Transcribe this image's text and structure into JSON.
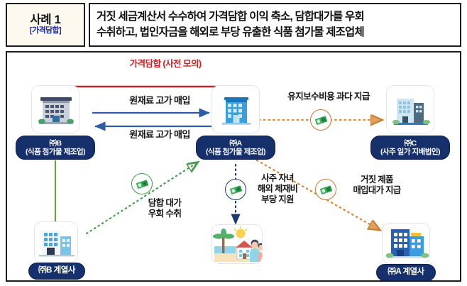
{
  "header": {
    "case_label": "사례 1",
    "case_tag": "[가격담합]",
    "headline_line1": "거짓 세금계산서 수수하여 가격담합 이익 축소, 담합대가를 우회",
    "headline_line2": "수취하고, 법인자금을 해외로 부당 유출한 식품 첨가물 제조업체"
  },
  "diagram": {
    "nodes": {
      "company_b": {
        "line1": "㈜B",
        "line2": "(식품 첨가물 제조업)",
        "icon": "office-building-gray-icon"
      },
      "company_a": {
        "line1": "㈜A",
        "line2": "(식품 첨가물 제조업)",
        "icon": "office-building-blue-icon"
      },
      "company_c": {
        "line1": "㈜C",
        "line2": "(사주 일가 지배법인)",
        "icon": "office-building-lightblue-icon"
      },
      "affiliate_b": {
        "line1": "㈜B 계열사",
        "icon": "office-building-windows-icon"
      },
      "affiliate_a": {
        "line1": "㈜A 계열사",
        "icon": "office-buildings-pair-icon"
      },
      "overseas": {
        "icon": "beach-resort-family-icon"
      }
    },
    "edges": {
      "collusion": "가격담합 (사전 모의)",
      "collusion_bold": "가격담합",
      "collusion_thin": "(사전 모의)",
      "purchase_top": "원재료 고가 매입",
      "purchase_bottom": "원재료 고가 매입",
      "maintenance": "유지보수비용 과다 지급",
      "kickback_l1": "담합 대가",
      "kickback_l2": "우회 수취",
      "overseas_l1": "사주 자녀",
      "overseas_l2": "해외 체재비",
      "overseas_l3": "부당 지원",
      "fakeproduct_l1": "거짓 제품",
      "fakeproduct_l2": "매입대가 지급"
    },
    "money_badges": [
      {
        "name": "money-badge-maintenance",
        "color": "#c8772c"
      },
      {
        "name": "money-badge-kickback",
        "color": "#3f9b4a"
      },
      {
        "name": "money-badge-overseas",
        "color": "#1c3a72"
      },
      {
        "name": "money-badge-fakeproduct",
        "color": "#c8772c"
      }
    ]
  },
  "colors": {
    "navy_pill": "#15306b",
    "red_line": "#c0282e",
    "blue_arrow": "#2d5ca6",
    "orange_dotted": "#d68a3c",
    "green_dotted": "#4b9a4f",
    "navy_dotted": "#1c3a72",
    "frame": "#1c1c1c",
    "case_bg": "#fdf9ef",
    "case_tag_color": "#1b2fa8"
  }
}
